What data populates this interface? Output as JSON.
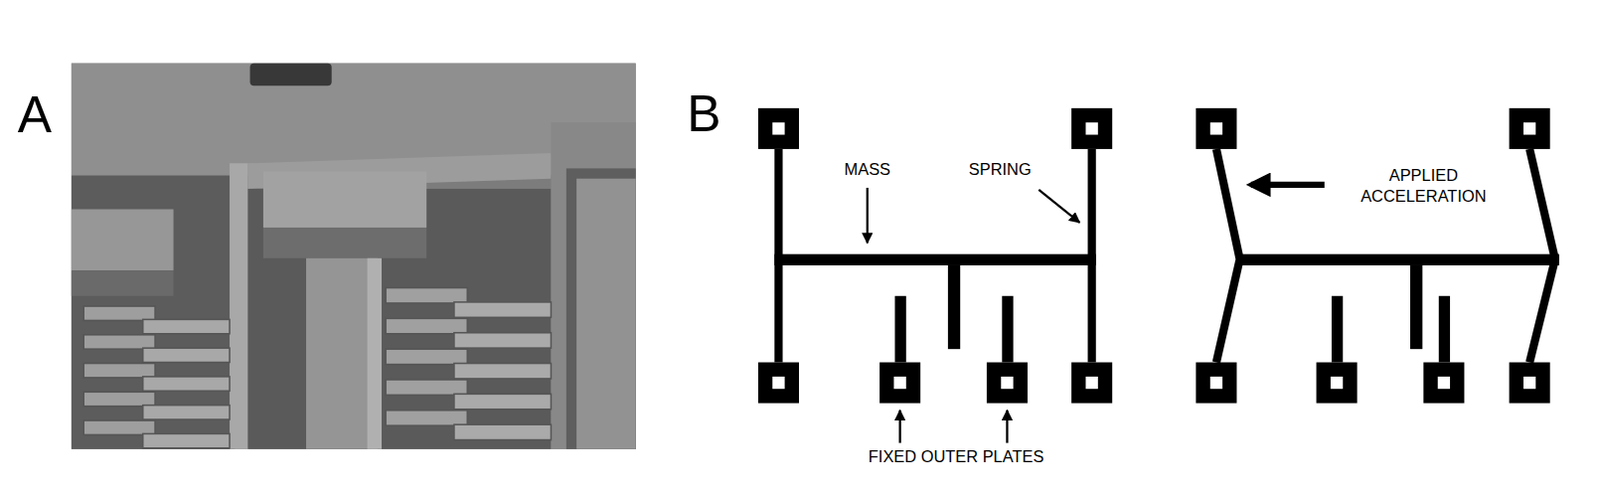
{
  "diagram": {
    "labels": [
      "A",
      "B",
      "MASS",
      "SPRING",
      "APPLIED ACCELERATION",
      "FIXED OUTER PLATES"
    ]
  }
}
